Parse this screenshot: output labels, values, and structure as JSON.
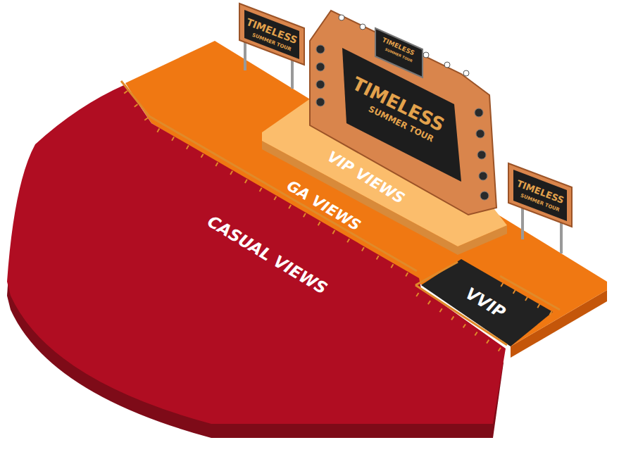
{
  "diagram": {
    "nodes": [
      {
        "text": [
          "VIP VIEWS"
        ]
      },
      {
        "text": [
          "GA VIEWS"
        ]
      },
      {
        "text": [
          "CASUAL VIEWS"
        ]
      },
      {
        "text": [
          "VVIP"
        ]
      }
    ],
    "labels": [
      "TIMELESS",
      "SUMMER TOUR",
      "TIMELESS",
      "SUMMER TOUR",
      "TIMELESS",
      "SUMMER TOUR",
      "TIMELESS",
      "SUMMER TOUR"
    ]
  }
}
